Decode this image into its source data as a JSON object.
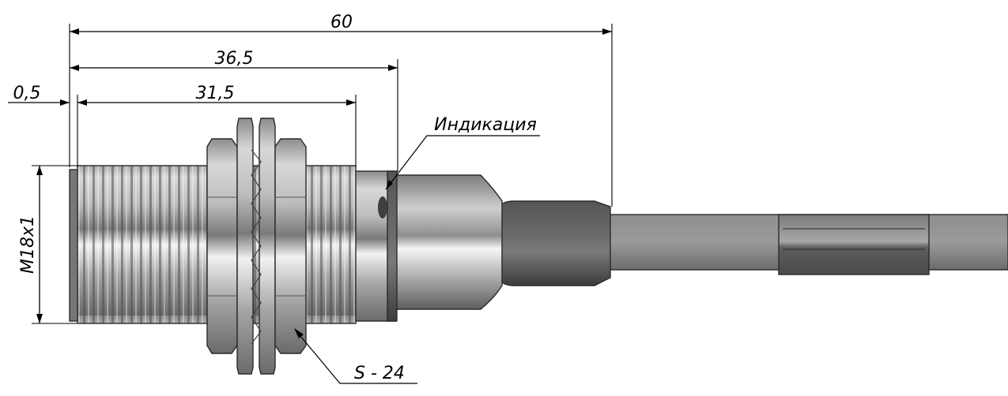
{
  "dimensions": {
    "overall_length": "60",
    "housing_length": "36,5",
    "thread_length": "31,5",
    "front_offset": "0,5",
    "thread_spec": "M18x1",
    "nut_size": "S - 24"
  },
  "callouts": {
    "indicator": "Индикация"
  },
  "colors": {
    "metal_dark": "#6e6e6e",
    "metal_light": "#e4e4e4",
    "cable": "#8a8a8a",
    "line": "#000000"
  }
}
